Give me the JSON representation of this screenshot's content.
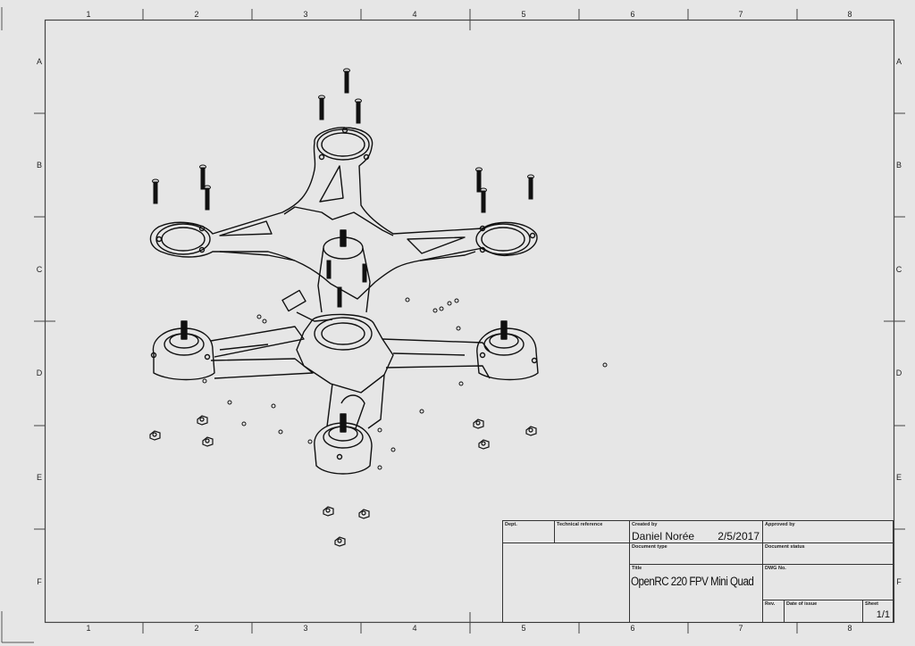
{
  "drawing": {
    "subject": "OpenRC 220 FPV Mini Quad exploded assembly view",
    "line_color": "#111111",
    "background_color": "#e6e6e6"
  },
  "border": {
    "column_zones": [
      "1",
      "2",
      "3",
      "4",
      "5",
      "6",
      "7",
      "8"
    ],
    "row_zones": [
      "A",
      "B",
      "C",
      "D",
      "E",
      "F"
    ]
  },
  "title_block": {
    "dept": {
      "caption": "Dept.",
      "value": ""
    },
    "technical_reference": {
      "caption": "Technical reference",
      "value": ""
    },
    "created_by": {
      "caption": "Created by",
      "value": "Daniel Norée",
      "date": "2/5/2017"
    },
    "approved_by": {
      "caption": "Approved by",
      "value": ""
    },
    "document_type": {
      "caption": "Document type",
      "value": ""
    },
    "document_status": {
      "caption": "Document status",
      "value": ""
    },
    "title": {
      "caption": "Title",
      "value": "OpenRC 220 FPV Mini Quad"
    },
    "dwg_no": {
      "caption": "DWG No.",
      "value": ""
    },
    "rev": {
      "caption": "Rev.",
      "value": ""
    },
    "date_of_issue": {
      "caption": "Date of issue",
      "value": ""
    },
    "sheet": {
      "caption": "Sheet",
      "value": "1/1"
    }
  }
}
